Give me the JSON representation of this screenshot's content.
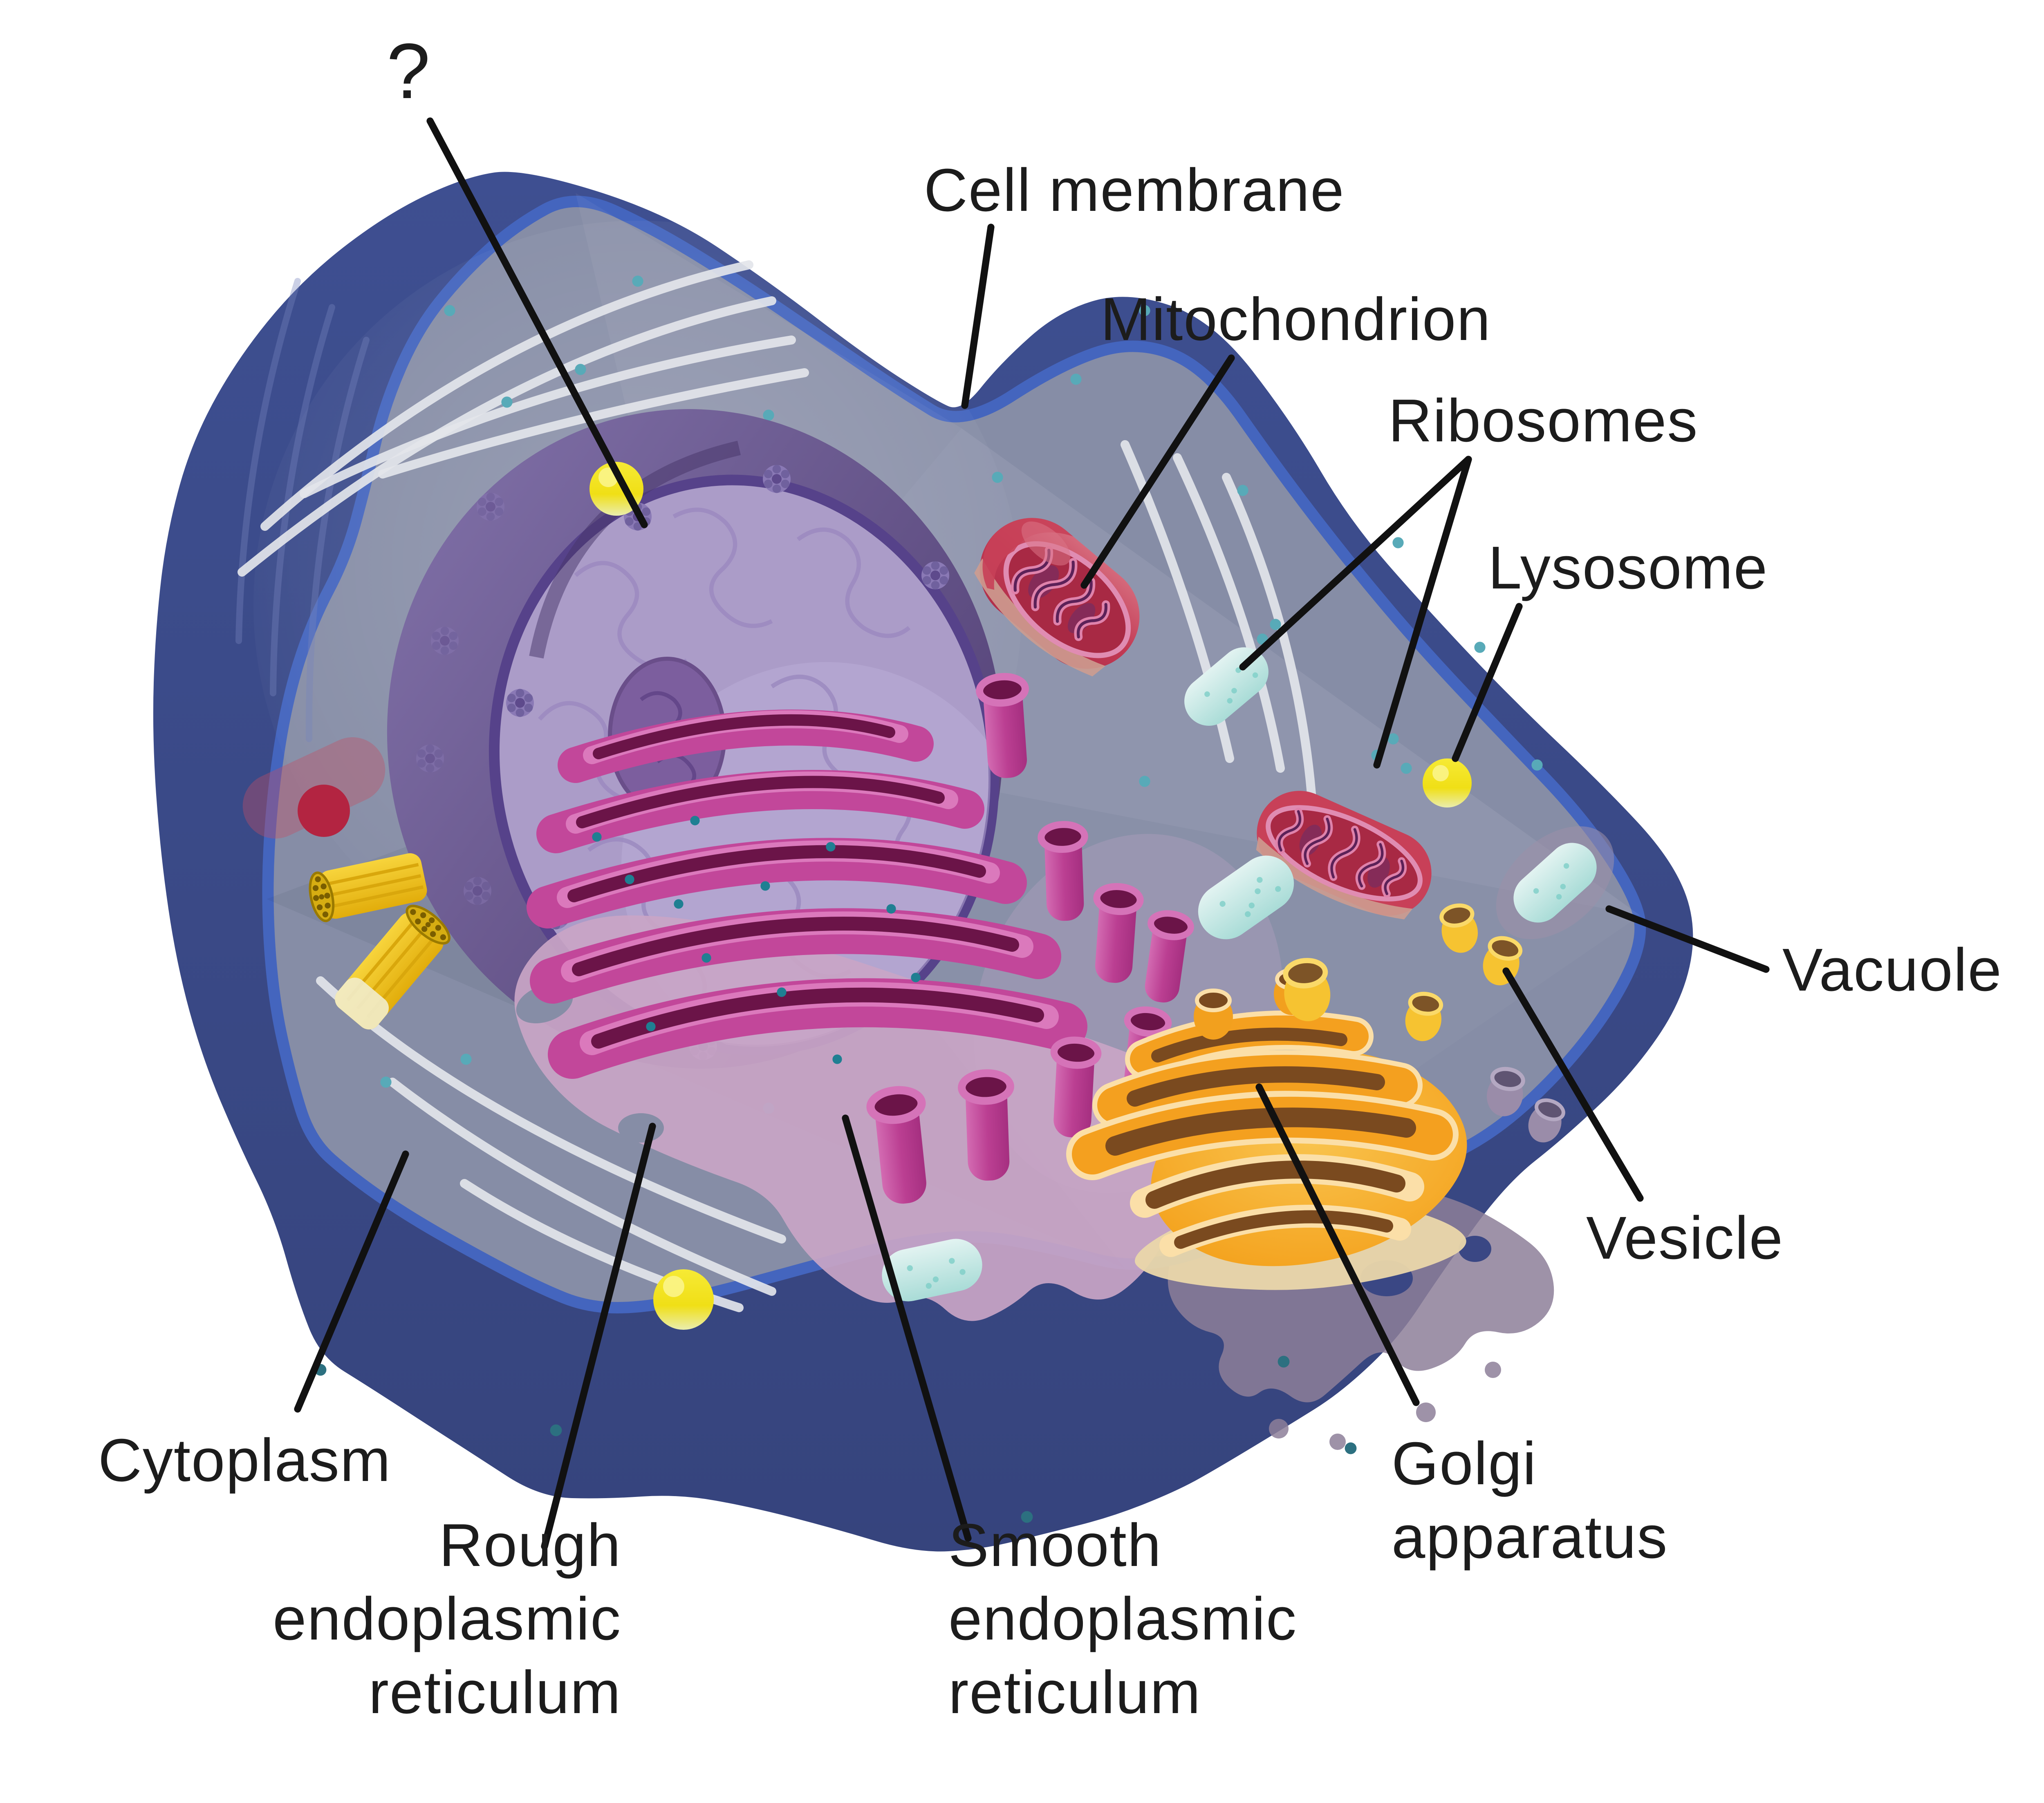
{
  "labels": {
    "unknown": {
      "text": "?"
    },
    "cell_membrane": {
      "text": "Cell membrane"
    },
    "mitochondrion": {
      "text": "Mitochondrion"
    },
    "ribosomes": {
      "text": "Ribosomes"
    },
    "lysosome": {
      "text": "Lysosome"
    },
    "vacuole": {
      "text": "Vacuole"
    },
    "vesicle": {
      "text": "Vesicle"
    },
    "golgi_apparatus": {
      "line1": "Golgi",
      "line2": "apparatus"
    },
    "cytoplasm": {
      "text": "Cytoplasm"
    },
    "rough_er": {
      "line1": "Rough",
      "line2": "endoplasmic",
      "line3": "reticulum"
    },
    "smooth_er": {
      "line1": "Smooth",
      "line2": "endoplasmic",
      "line3": "reticulum"
    }
  },
  "colors": {
    "membrane_navy": "#3b4b8a",
    "membrane_navy_deep": "#36447d",
    "membrane_cut_rim": "#4465be",
    "cytoplasm_gray": "#868da6",
    "nucleus_dark": "#5c4a7e",
    "nucleus_face": "#ab9cc8",
    "nucleolus": "#7c5e9e",
    "nuclear_envelope": "#56428a",
    "er_magenta": "#c2479a",
    "er_slot_dark": "#6b1448",
    "er_lip_pink": "#db79bc",
    "er_apron_pale": "#c9a5c5",
    "golgi_orange": "#f39b13",
    "golgi_cream": "#fbdfa8",
    "golgi_slot_brown": "#7a4a1f",
    "golgi_sand": "#ead7aa",
    "mitochondrion_red": "#c84058",
    "mitochondrion_matrix": "#a82944",
    "cristae_pink": "#df82ab",
    "lysosome_yellow": "#f2e41c",
    "vacuole_cyan": "#c8e8e6",
    "vesicle_yellow": "#f6c331",
    "vesicle_interior_brown": "#7d5427",
    "centriole_gold": "#eebc14",
    "ribosome_teal": "#58aab8",
    "filament_white": "#e3e5ea",
    "pseudopod_mauve": "#8d7f99",
    "label_text": "#1c1c1c",
    "pointer_line": "#111111"
  }
}
